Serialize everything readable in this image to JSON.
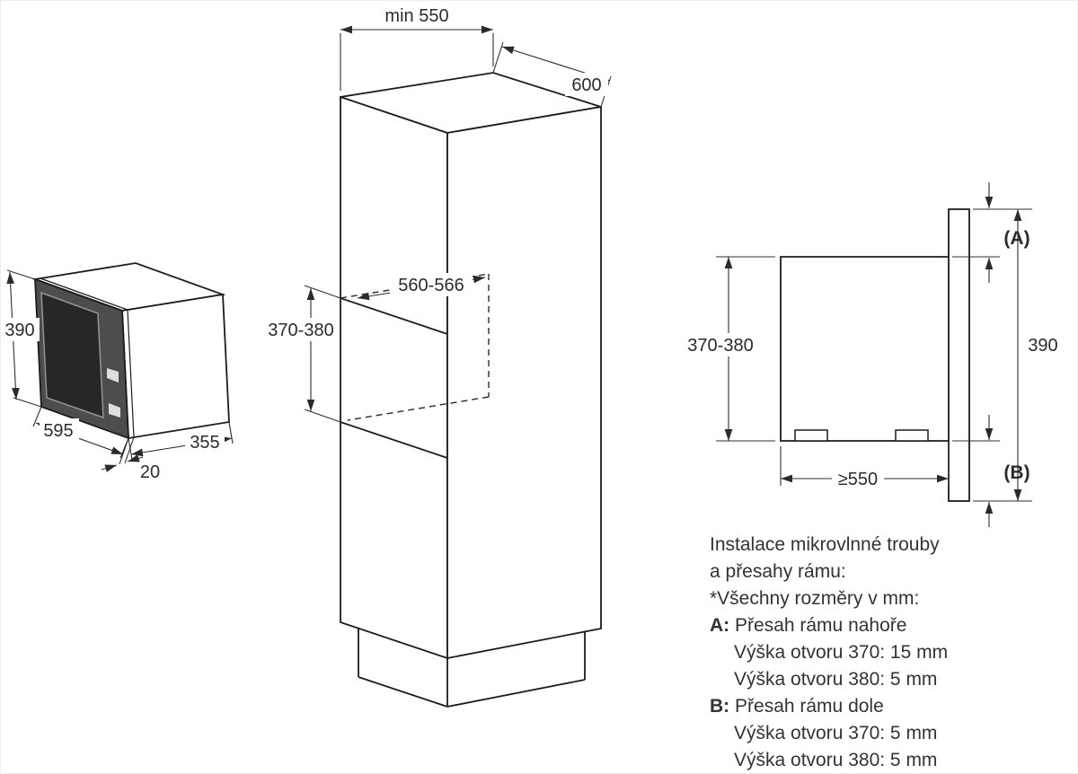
{
  "microwave_view": {
    "height": "390",
    "width": "595",
    "depth": "355",
    "frame_overhang": "20"
  },
  "cabinet_view": {
    "min_depth": "min 550",
    "width": "600",
    "niche_width": "560-566",
    "niche_height": "370-380"
  },
  "section_view": {
    "niche_height": "370-380",
    "front_height": "390",
    "min_depth": "≥550",
    "label_a": "(A)",
    "label_b": "(B)"
  },
  "notes": {
    "title_line1": "Instalace mikrovlnné trouby",
    "title_line2": "a přesahy rámu:",
    "units_note": "*Všechny rozměry v mm:",
    "item_a_key": "A:",
    "item_a_title": "Přesah rámu nahoře",
    "item_a_detail1": "Výška otvoru 370: 15 mm",
    "item_a_detail2": "Výška otvoru 380: 5 mm",
    "item_b_key": "B:",
    "item_b_title": "Přesah rámu dole",
    "item_b_detail1": "Výška otvoru 370: 5 mm",
    "item_b_detail2": "Výška otvoru 380: 5 mm"
  }
}
